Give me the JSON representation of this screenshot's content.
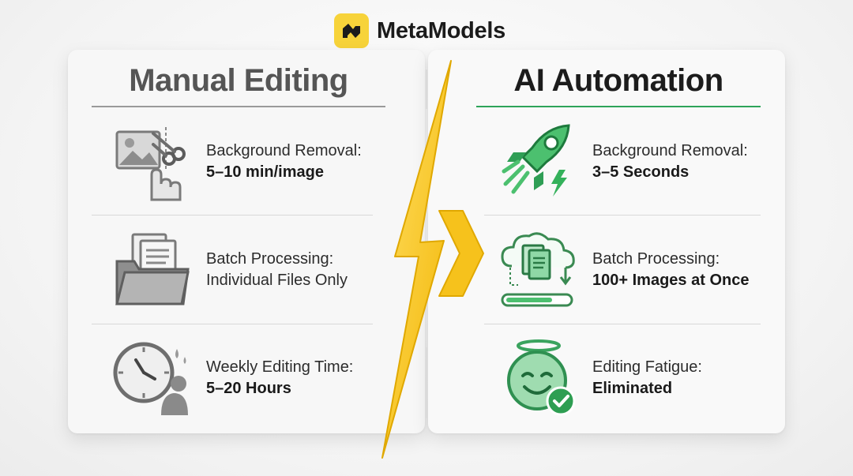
{
  "brand": {
    "name": "MetaModels",
    "logo_icon": "metamodels-logo-icon",
    "logo_color": "#f7d33a"
  },
  "left_column": {
    "title": "Manual Editing",
    "accent_color": "#9a9a9a",
    "items": [
      {
        "icon": "image-scissors-hand-icon",
        "label": "Background Removal:",
        "value": "5–10 min/image"
      },
      {
        "icon": "folder-documents-icon",
        "label": "Batch Processing:",
        "value": "Individual Files Only"
      },
      {
        "icon": "clock-tired-person-icon",
        "label": "Weekly Editing Time:",
        "value": "5–20 Hours"
      }
    ]
  },
  "right_column": {
    "title": "AI Automation",
    "accent_color": "#2ea45a",
    "items": [
      {
        "icon": "rocket-bolt-icon",
        "label": "Background Removal:",
        "value": "3–5 Seconds"
      },
      {
        "icon": "cloud-batch-progress-icon",
        "label": "Batch Processing:",
        "value_bold": "100+",
        "value_rest": " Images at Once"
      },
      {
        "icon": "smiling-halo-check-icon",
        "label": "Editing Fatigue:",
        "value": "Eliminated"
      }
    ]
  },
  "divider_icon": "lightning-bolt-icon",
  "arrow_icon": "chevron-right-arrow-icon",
  "bolt_color": "#f6c21c"
}
